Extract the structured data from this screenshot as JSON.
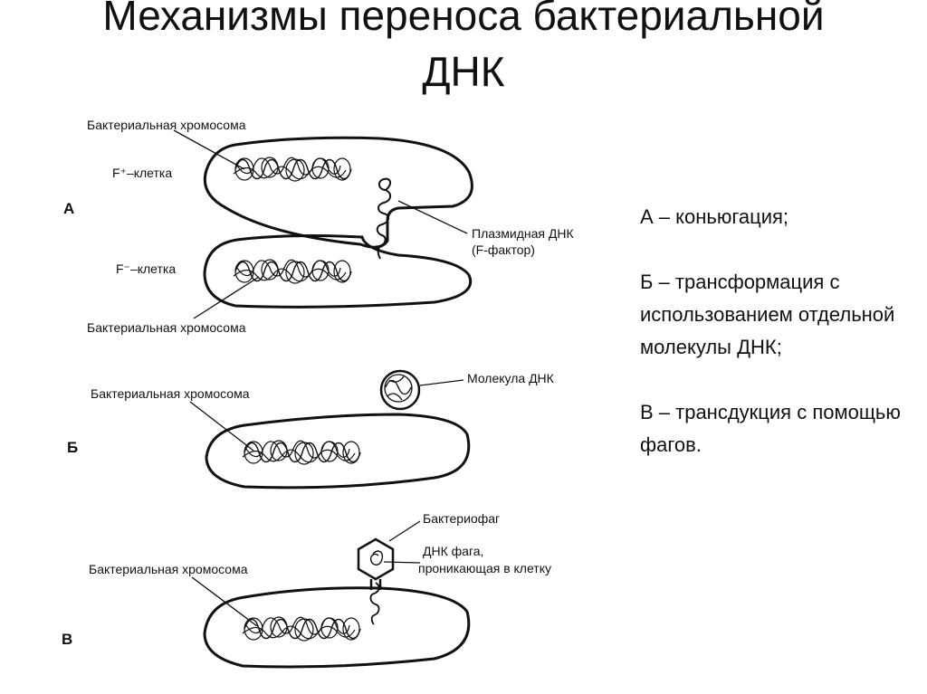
{
  "title": {
    "line1": "Механизмы переноса бактериальной",
    "line2": "ДНК"
  },
  "diagram": {
    "sections": {
      "a": {
        "letter": "А",
        "chromosome_top": "Бактериальная хромосома",
        "f_plus": "F⁺–клетка",
        "f_minus": "F⁻–клетка",
        "plasmid_line1": "Плазмидная ДНК",
        "plasmid_line2": "(F-фактор)",
        "chromosome_bottom": "Бактериальная хромосома"
      },
      "b": {
        "letter": "Б",
        "chromosome": "Бактериальная хромосома",
        "dna_molecule": "Молекула ДНК"
      },
      "v": {
        "letter": "В",
        "chromosome": "Бактериальная хромосома",
        "phage": "Бактериофаг",
        "phage_dna_line1": "ДНК фага,",
        "phage_dna_line2": "проникающая в клетку"
      }
    }
  },
  "legend": {
    "a": "А – коньюгация;",
    "b": "Б – трансформация с использованием отдельной молекулы ДНК;",
    "v": "В – трансдукция с помощью фагов."
  }
}
